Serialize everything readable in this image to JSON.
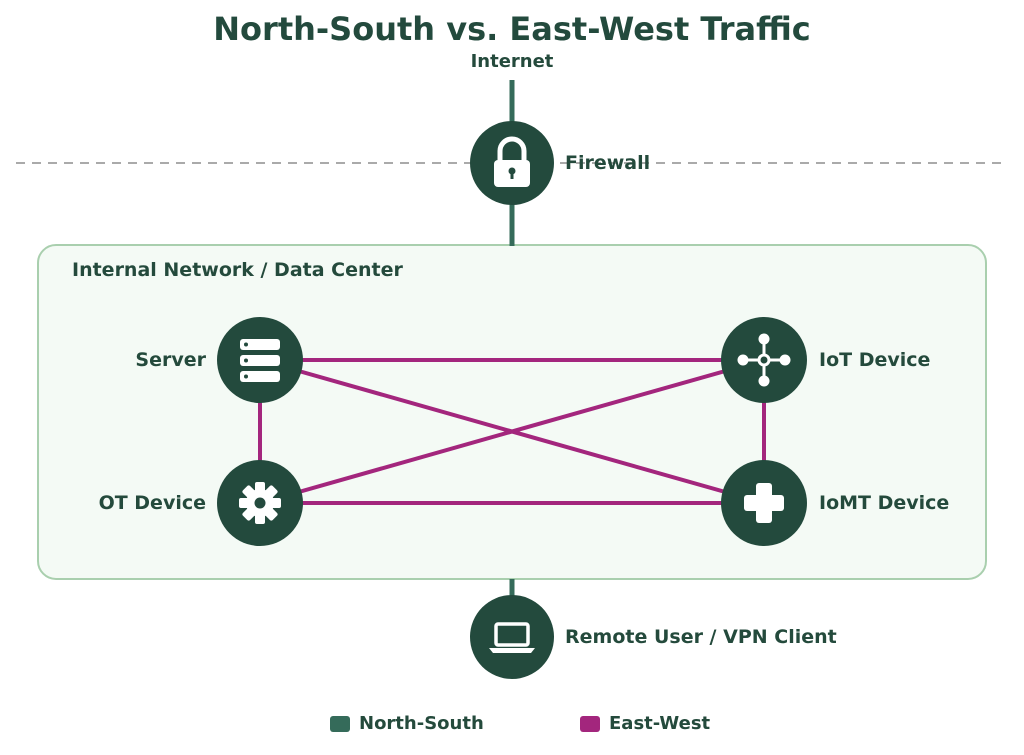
{
  "title": "North-South vs. East-West Traffic",
  "colors": {
    "north_south": "#356b5a",
    "east_west": "#a3267d",
    "node_fill": "#234a3d",
    "zone_fill": "#f4faf5",
    "zone_border": "#a9cfae"
  },
  "external": {
    "internet_label": "Internet",
    "firewall_label": "Firewall",
    "firewall_icon": "lock-icon",
    "remote_label": "Remote User / VPN Client",
    "remote_icon": "laptop-icon"
  },
  "zone": {
    "label": "Internal Network / Data Center"
  },
  "nodes": [
    {
      "id": "server",
      "label": "Server",
      "icon": "server-icon"
    },
    {
      "id": "iot",
      "label": "IoT Device",
      "icon": "hub-icon"
    },
    {
      "id": "ot",
      "label": "OT Device",
      "icon": "gear-icon"
    },
    {
      "id": "iomt",
      "label": "IoMT Device",
      "icon": "medical-cross-icon"
    }
  ],
  "legend": [
    {
      "label": "North-South",
      "color": "#356b5a"
    },
    {
      "label": "East-West",
      "color": "#a3267d"
    }
  ]
}
